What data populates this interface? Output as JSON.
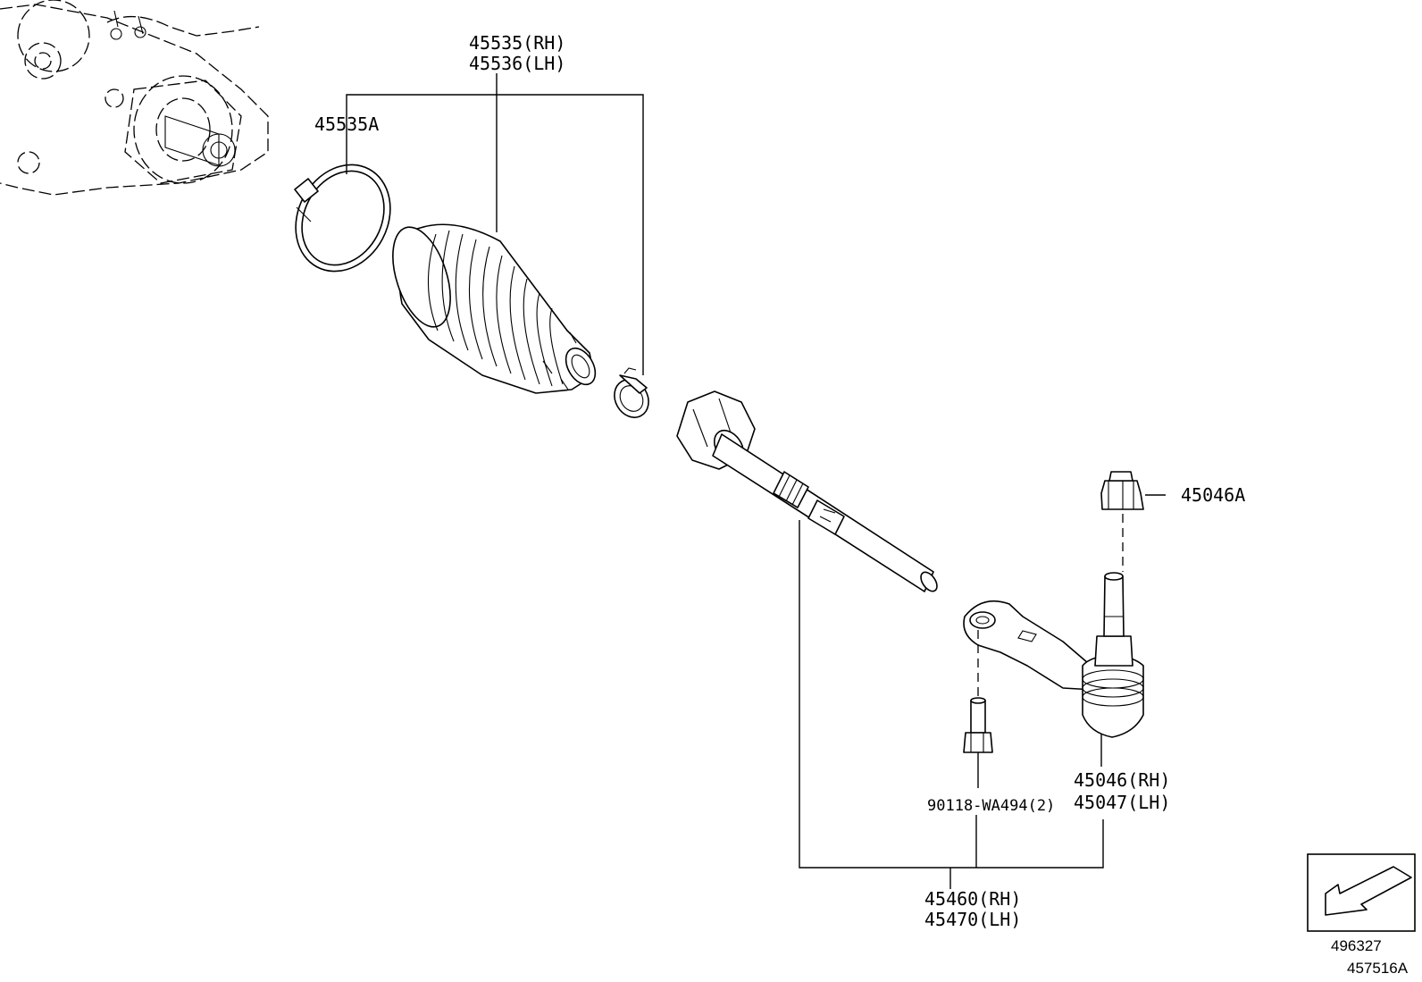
{
  "labels": {
    "boot_rh": "45535(RH)",
    "boot_lh": "45536(LH)",
    "clamp": "45535A",
    "nut": "45046A",
    "bolt": "90118-WA494(2)",
    "end_rh": "45046(RH)",
    "end_lh": "45047(LH)",
    "rod_rh": "45460(RH)",
    "rod_lh": "45470(LH)"
  },
  "footer": {
    "ref_1": "496327",
    "ref_2": "457516A"
  },
  "icons": {
    "direction": "front-arrow-icon"
  }
}
